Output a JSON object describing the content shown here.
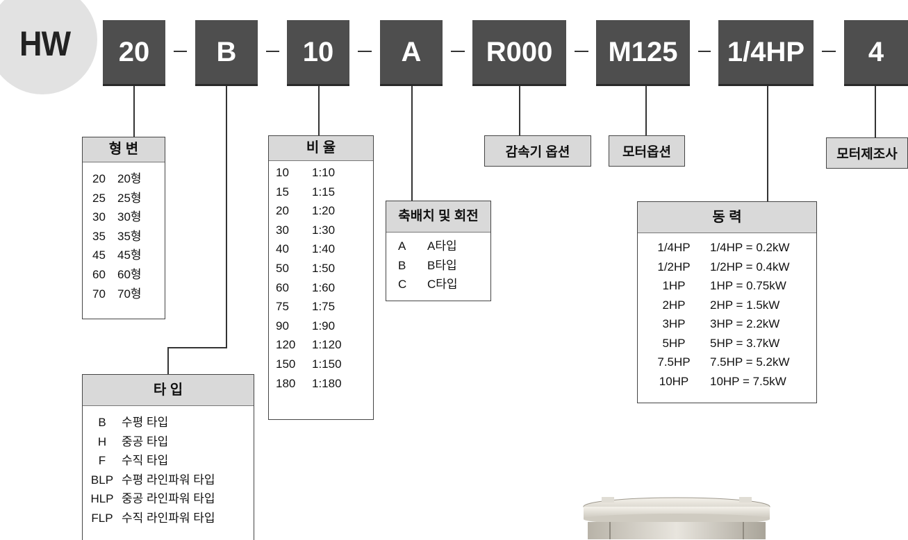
{
  "prefix": "HW",
  "codes": [
    "20",
    "B",
    "10",
    "A",
    "R000",
    "M125",
    "1/4HP",
    "4"
  ],
  "frame_size": {
    "header": "형 변",
    "rows": [
      [
        "20",
        "20형"
      ],
      [
        "25",
        "25형"
      ],
      [
        "30",
        "30형"
      ],
      [
        "35",
        "35형"
      ],
      [
        "45",
        "45형"
      ],
      [
        "60",
        "60형"
      ],
      [
        "70",
        "70형"
      ]
    ]
  },
  "type": {
    "header": "타 입",
    "rows": [
      [
        "B",
        "수평 타입"
      ],
      [
        "H",
        "중공 타입"
      ],
      [
        "F",
        "수직 타입"
      ],
      [
        "BLP",
        "수평 라인파워 타입"
      ],
      [
        "HLP",
        "중공 라인파워 타입"
      ],
      [
        "FLP",
        "수직 라인파워 타입"
      ]
    ]
  },
  "ratio": {
    "header": "비 율",
    "rows": [
      [
        "10",
        "1:10"
      ],
      [
        "15",
        "1:15"
      ],
      [
        "20",
        "1:20"
      ],
      [
        "30",
        "1:30"
      ],
      [
        "40",
        "1:40"
      ],
      [
        "50",
        "1:50"
      ],
      [
        "60",
        "1:60"
      ],
      [
        "75",
        "1:75"
      ],
      [
        "90",
        "1:90"
      ],
      [
        "120",
        "1:120"
      ],
      [
        "150",
        "1:150"
      ],
      [
        "180",
        "1:180"
      ]
    ]
  },
  "shaft": {
    "header": "축배치 및 회전",
    "rows": [
      [
        "A",
        "A타입"
      ],
      [
        "B",
        "B타입"
      ],
      [
        "C",
        "C타입"
      ]
    ]
  },
  "reducer_option": "감속기 옵션",
  "motor_option": "모터옵션",
  "motor_maker": "모터제조사",
  "power": {
    "header": "동 력",
    "rows": [
      [
        "1/4HP",
        "1/4HP = 0.2kW"
      ],
      [
        "1/2HP",
        "1/2HP = 0.4kW"
      ],
      [
        "1HP",
        "1HP = 0.75kW"
      ],
      [
        "2HP",
        "2HP = 1.5kW"
      ],
      [
        "3HP",
        "3HP = 2.2kW"
      ],
      [
        "5HP",
        "5HP = 3.7kW"
      ],
      [
        "7.5HP",
        "7.5HP = 5.2kW"
      ],
      [
        "10HP",
        "10HP = 7.5kW"
      ]
    ]
  }
}
